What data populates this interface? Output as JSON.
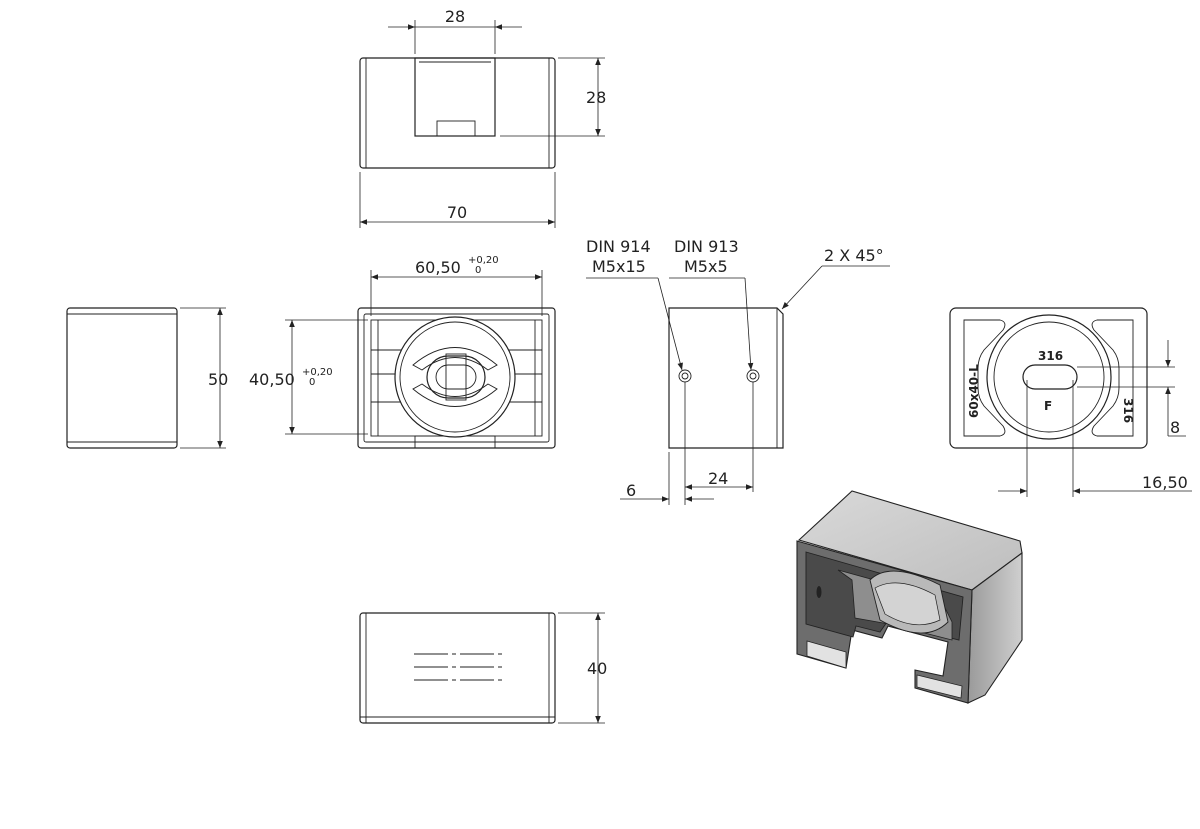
{
  "drawing": {
    "top_view": {
      "dim_width": "28",
      "dim_height": "28",
      "dim_overall": "70"
    },
    "front_view": {
      "dim_width": "60,50",
      "dim_width_tol_upper": "+0,20",
      "dim_width_tol_lower": "0",
      "dim_height": "40,50",
      "dim_height_tol_upper": "+0,20",
      "dim_height_tol_lower": "0"
    },
    "left_view": {
      "dim_height": "50"
    },
    "side_view": {
      "screw1_line1": "DIN 914",
      "screw1_line2": "M5x15",
      "screw2_line1": "DIN 913",
      "screw2_line2": "M5x5",
      "chamfer": "2 X 45°",
      "dim_offset": "6",
      "dim_spacing": "24"
    },
    "right_view": {
      "marking_top": "316",
      "marking_side": "316",
      "marking_letter": "F",
      "marking_size": "60x40-L",
      "dim_height": "8",
      "dim_width": "16,50"
    },
    "bottom_view": {
      "dim_height": "40"
    }
  }
}
